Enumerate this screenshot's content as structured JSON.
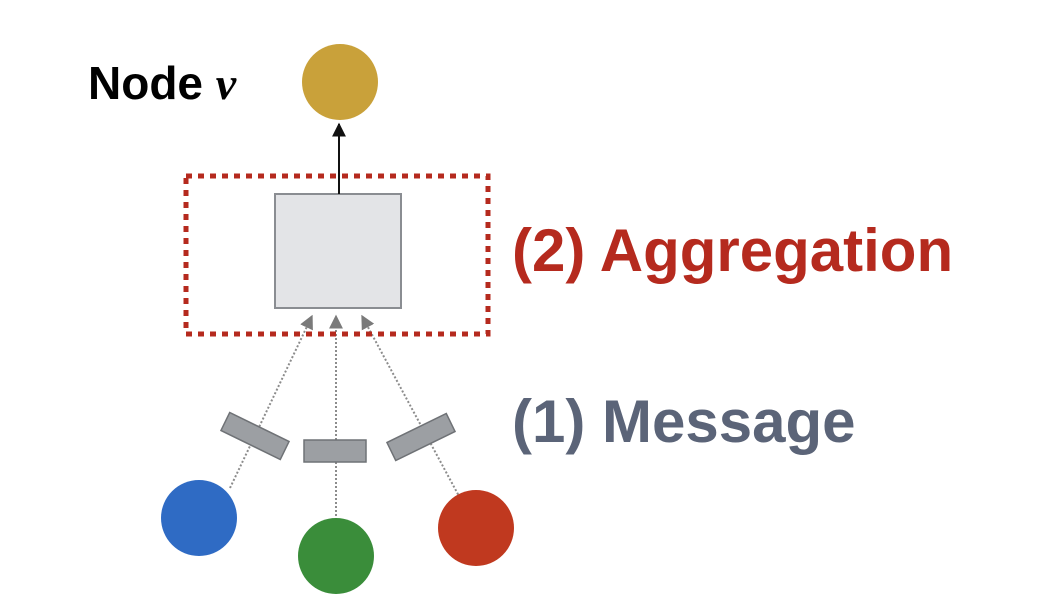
{
  "labels": {
    "node_word": "Node",
    "node_var": "v",
    "aggregation": "(2) Aggregation",
    "message": "(1) Message"
  },
  "colors": {
    "target_node": "#c9a13a",
    "aggregation_text": "#b52a1e",
    "aggregation_box_border": "#b52a1e",
    "message_text": "#5b6478",
    "aggregator_fill": "#e3e4e7",
    "aggregator_border": "#8a8d92",
    "message_block": "#9c9fa3",
    "edge": "#8c8c8c",
    "neighbor_blue": "#2f6bc4",
    "neighbor_green": "#3a8d3a",
    "neighbor_red": "#c0391f"
  },
  "nodes": [
    {
      "name": "target-node",
      "color_key": "target_node"
    },
    {
      "name": "neighbor-node-blue",
      "color_key": "neighbor_blue"
    },
    {
      "name": "neighbor-node-green",
      "color_key": "neighbor_green"
    },
    {
      "name": "neighbor-node-red",
      "color_key": "neighbor_red"
    }
  ]
}
